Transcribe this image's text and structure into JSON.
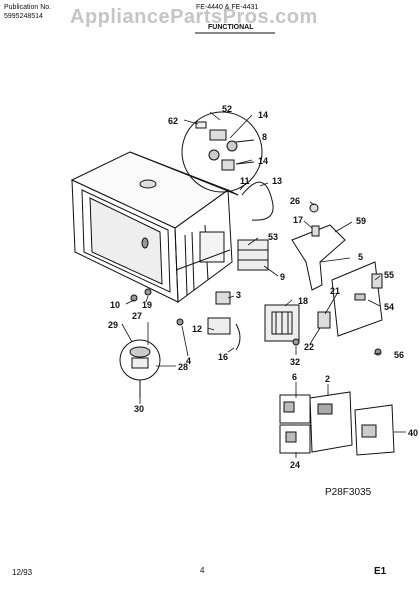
{
  "header": {
    "publication": "Publication No.",
    "part_no": "5995248514",
    "models": "FE-4440 & FE-4431",
    "section": "FUNCTIONAL"
  },
  "watermark": "AppliancePartsPros.com",
  "diagram_code": "P28F3035",
  "footer": {
    "date": "12/93",
    "page": "4",
    "code": "E1"
  },
  "callouts": {
    "c52": "52",
    "c62": "62",
    "c14a": "14",
    "c8": "8",
    "c14b": "14",
    "c11": "11",
    "c13": "13",
    "c26": "26",
    "c17": "17",
    "c59": "59",
    "c53": "53",
    "c5": "5",
    "c9": "9",
    "c55": "55",
    "c21": "21",
    "c54": "54",
    "c3": "3",
    "c18": "18",
    "c10": "10",
    "c19": "19",
    "c27": "27",
    "c29": "29",
    "c12": "12",
    "c16": "16",
    "c4": "4",
    "c22": "22",
    "c28": "28",
    "c32": "32",
    "c56": "56",
    "c6": "6",
    "c2": "2",
    "c30": "30",
    "c40": "40",
    "c24": "24"
  }
}
